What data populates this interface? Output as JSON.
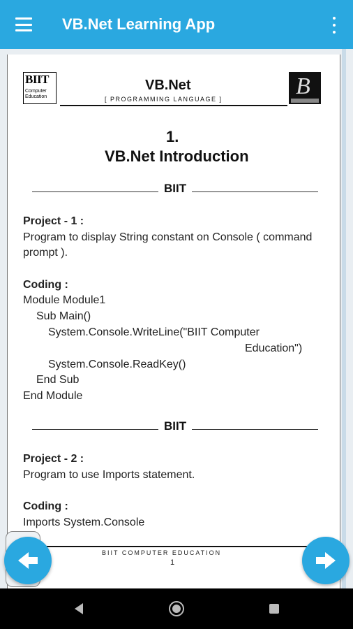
{
  "app_bar": {
    "title": "VB.Net Learning App"
  },
  "doc": {
    "logo_left": {
      "text": "BIIT",
      "sub": "Computer Education"
    },
    "logo_right": {
      "letter": "B"
    },
    "header_title": "VB.Net",
    "header_subtitle": "[ PROGRAMMING LANGUAGE ]",
    "chapter_number": "1.",
    "chapter_title": "VB.Net  Introduction",
    "divider_label": "BIIT",
    "project1_heading": "Project - 1 :",
    "project1_desc": "Program to display String constant on Console ( command prompt ).",
    "coding_label": "Coding :",
    "code1": [
      "Module Module1",
      "Sub Main()",
      "System.Console.WriteLine(\"BIIT Computer",
      "Education\")",
      "System.Console.ReadKey()",
      "End Sub",
      "End Module"
    ],
    "project2_heading": "Project - 2 :",
    "project2_desc": "Program to use Imports statement.",
    "code2": [
      "Imports System.Console"
    ],
    "footer_text": "BIIT COMPUTER EDUCATION",
    "page_number": "1"
  },
  "icons": {
    "menu": "hamburger-menu-icon",
    "more": "more-vert-icon",
    "prev": "arrow-left-icon",
    "next": "arrow-right-icon",
    "nav_back": "triangle-back-icon",
    "nav_home": "circle-home-icon",
    "nav_recent": "square-recents-icon"
  },
  "colors": {
    "accent": "#2aa8e0",
    "navbar": "#000000"
  }
}
